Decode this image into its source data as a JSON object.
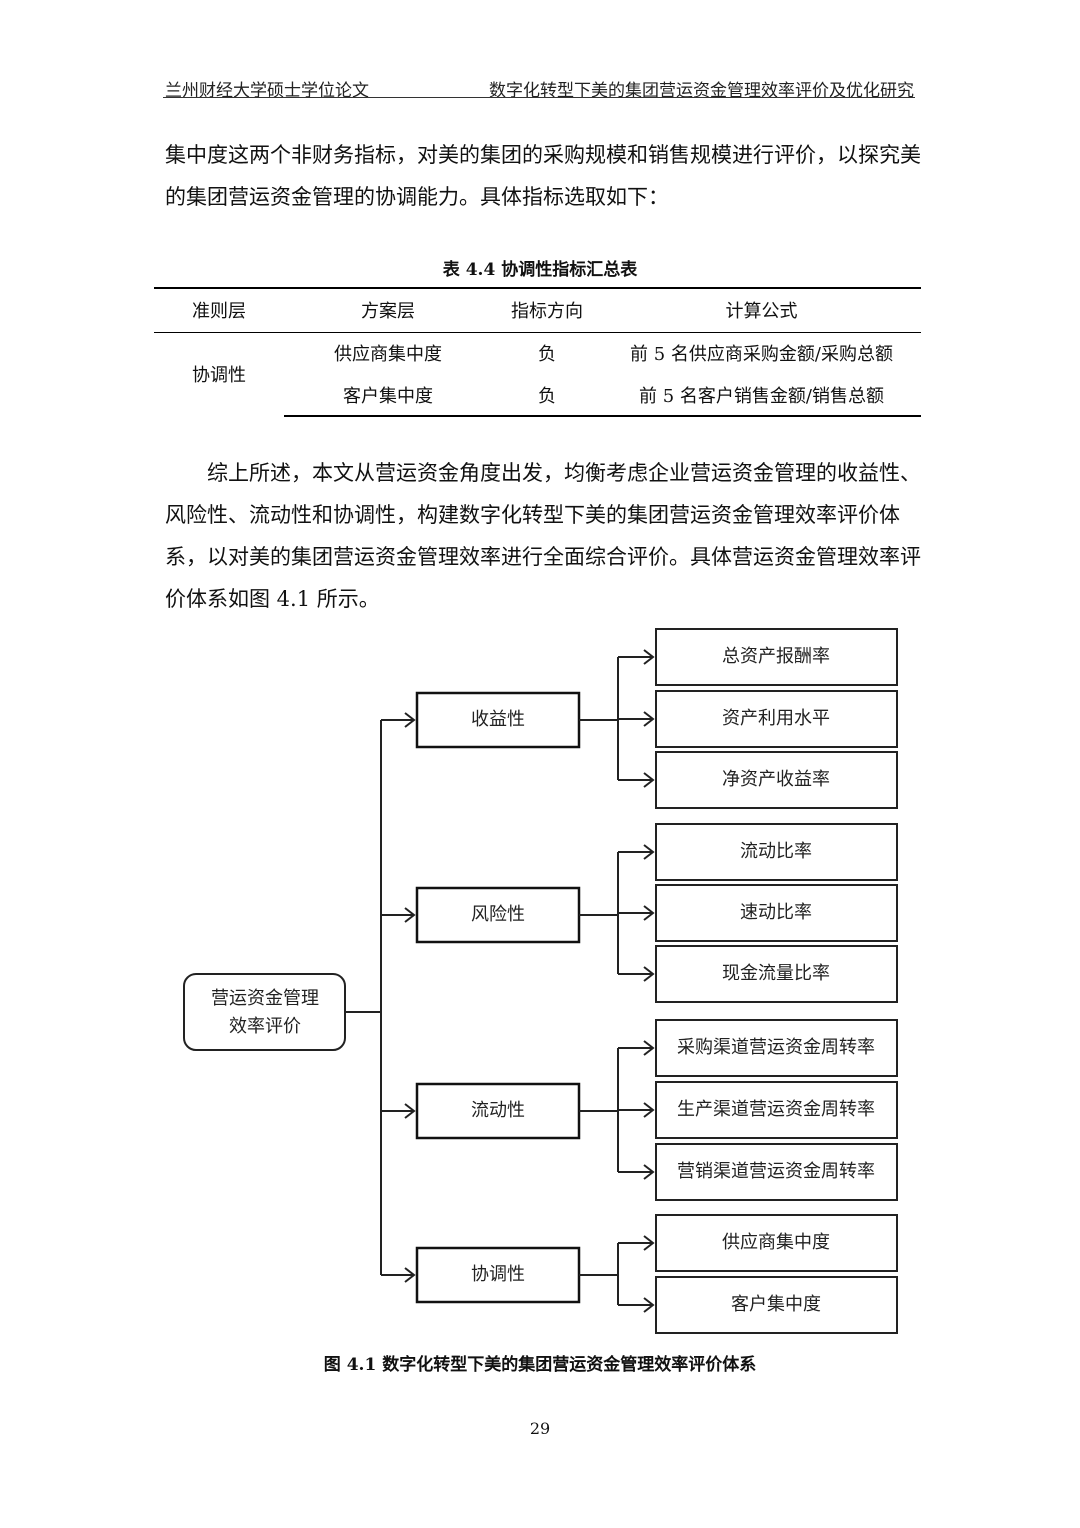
{
  "header": {
    "left": "兰州财经大学硕士学位论文",
    "right": "数字化转型下美的集团营运资金管理效率评价及优化研究"
  },
  "paragraphs": {
    "p1": "集中度这两个非财务指标，对美的集团的采购规模和销售规模进行评价，以探究美的集团营运资金管理的协调能力。具体指标选取如下：",
    "p2": "综上所述，本文从营运资金角度出发，均衡考虑企业营运资金管理的收益性、风险性、流动性和协调性，构建数字化转型下美的集团营运资金管理效率评价体系，以对美的集团营运资金管理效率进行全面综合评价。具体营运资金管理效率评价体系如图 4.1 所示。"
  },
  "table": {
    "caption": "表 4.4   协调性指标汇总表",
    "headers": [
      "准则层",
      "方案层",
      "指标方向",
      "计算公式"
    ],
    "group": "协调性",
    "rows": [
      [
        "供应商集中度",
        "负",
        "前 5 名供应商采购金额/采购总额"
      ],
      [
        "客户集中度",
        "负",
        "前 5 名客户销售金额/销售总额"
      ]
    ]
  },
  "figure": {
    "caption": "图 4.1   数字化转型下美的集团营运资金管理效率评价体系",
    "root": [
      "营运资金管理",
      "效率评价"
    ],
    "categories": [
      {
        "label": "收益性",
        "items": [
          "总资产报酬率",
          "资产利用水平",
          "净资产收益率"
        ]
      },
      {
        "label": "风险性",
        "items": [
          "流动比率",
          "速动比率",
          "现金流量比率"
        ]
      },
      {
        "label": "流动性",
        "items": [
          "采购渠道营运资金周转率",
          "生产渠道营运资金周转率",
          "营销渠道营运资金周转率"
        ]
      },
      {
        "label": "协调性",
        "items": [
          "供应商集中度",
          "客户集中度"
        ]
      }
    ]
  },
  "page_number": "29"
}
